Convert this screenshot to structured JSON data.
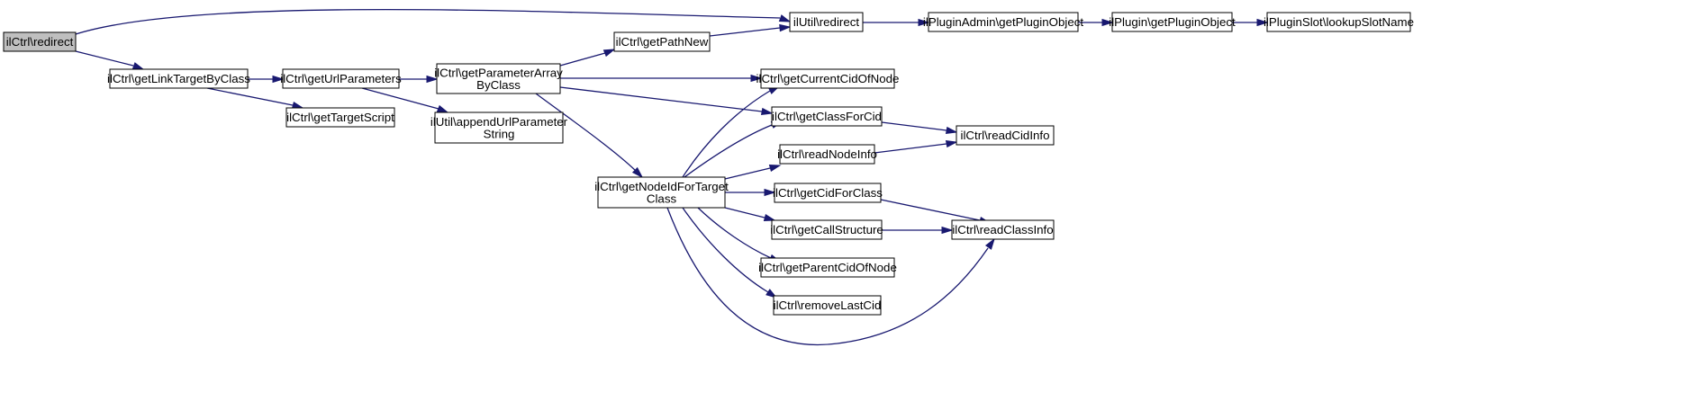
{
  "diagram": {
    "type": "call-graph",
    "nodes": [
      {
        "id": "redirect",
        "lines": [
          "ilCtrl\\redirect"
        ],
        "highlight": true
      },
      {
        "id": "getLinkTargetByClass",
        "lines": [
          "ilCtrl\\getLinkTargetByClass"
        ]
      },
      {
        "id": "getUrlParameters",
        "lines": [
          "ilCtrl\\getUrlParameters"
        ]
      },
      {
        "id": "getTargetScript",
        "lines": [
          "ilCtrl\\getTargetScript"
        ]
      },
      {
        "id": "getParameterArrayByClass",
        "lines": [
          "ilCtrl\\getParameterArray",
          "ByClass"
        ]
      },
      {
        "id": "appendUrlParameterString",
        "lines": [
          "ilUtil\\appendUrlParameter",
          "String"
        ]
      },
      {
        "id": "getPathNew",
        "lines": [
          "ilCtrl\\getPathNew"
        ]
      },
      {
        "id": "utilRedirect",
        "lines": [
          "ilUtil\\redirect"
        ]
      },
      {
        "id": "pluginAdminGetPluginObject",
        "lines": [
          "ilPluginAdmin\\getPluginObject"
        ]
      },
      {
        "id": "pluginGetPluginObject",
        "lines": [
          "ilPlugin\\getPluginObject"
        ]
      },
      {
        "id": "lookupSlotName",
        "lines": [
          "ilPluginSlot\\lookupSlotName"
        ]
      },
      {
        "id": "getCurrentCidOfNode",
        "lines": [
          "ilCtrl\\getCurrentCidOfNode"
        ]
      },
      {
        "id": "getClassForCid",
        "lines": [
          "ilCtrl\\getClassForCid"
        ]
      },
      {
        "id": "readCidInfo",
        "lines": [
          "ilCtrl\\readCidInfo"
        ]
      },
      {
        "id": "readNodeInfo",
        "lines": [
          "ilCtrl\\readNodeInfo"
        ]
      },
      {
        "id": "getNodeIdForTargetClass",
        "lines": [
          "ilCtrl\\getNodeIdForTarget",
          "Class"
        ]
      },
      {
        "id": "getCidForClass",
        "lines": [
          "ilCtrl\\getCidForClass"
        ]
      },
      {
        "id": "getCallStructure",
        "lines": [
          "ilCtrl\\getCallStructure"
        ]
      },
      {
        "id": "readClassInfo",
        "lines": [
          "ilCtrl\\readClassInfo"
        ]
      },
      {
        "id": "getParentCidOfNode",
        "lines": [
          "ilCtrl\\getParentCidOfNode"
        ]
      },
      {
        "id": "removeLastCid",
        "lines": [
          "ilCtrl\\removeLastCid"
        ]
      }
    ],
    "edges": [
      {
        "from": "redirect",
        "to": "utilRedirect"
      },
      {
        "from": "redirect",
        "to": "getLinkTargetByClass"
      },
      {
        "from": "getLinkTargetByClass",
        "to": "getUrlParameters"
      },
      {
        "from": "getLinkTargetByClass",
        "to": "getTargetScript"
      },
      {
        "from": "getUrlParameters",
        "to": "getParameterArrayByClass"
      },
      {
        "from": "getUrlParameters",
        "to": "appendUrlParameterString"
      },
      {
        "from": "getParameterArrayByClass",
        "to": "getPathNew"
      },
      {
        "from": "getPathNew",
        "to": "utilRedirect"
      },
      {
        "from": "utilRedirect",
        "to": "pluginAdminGetPluginObject"
      },
      {
        "from": "pluginAdminGetPluginObject",
        "to": "pluginGetPluginObject"
      },
      {
        "from": "pluginGetPluginObject",
        "to": "lookupSlotName"
      },
      {
        "from": "getParameterArrayByClass",
        "to": "getCurrentCidOfNode"
      },
      {
        "from": "getParameterArrayByClass",
        "to": "getClassForCid"
      },
      {
        "from": "getParameterArrayByClass",
        "to": "getNodeIdForTargetClass"
      },
      {
        "from": "getClassForCid",
        "to": "readCidInfo"
      },
      {
        "from": "readNodeInfo",
        "to": "readCidInfo"
      },
      {
        "from": "getNodeIdForTargetClass",
        "to": "getCurrentCidOfNode"
      },
      {
        "from": "getNodeIdForTargetClass",
        "to": "getClassForCid"
      },
      {
        "from": "getNodeIdForTargetClass",
        "to": "readNodeInfo"
      },
      {
        "from": "getNodeIdForTargetClass",
        "to": "getCidForClass"
      },
      {
        "from": "getNodeIdForTargetClass",
        "to": "getCallStructure"
      },
      {
        "from": "getNodeIdForTargetClass",
        "to": "getParentCidOfNode"
      },
      {
        "from": "getNodeIdForTargetClass",
        "to": "removeLastCid"
      },
      {
        "from": "getNodeIdForTargetClass",
        "to": "readClassInfo"
      },
      {
        "from": "getCidForClass",
        "to": "readClassInfo"
      },
      {
        "from": "getCallStructure",
        "to": "readClassInfo"
      }
    ],
    "colors": {
      "edge": "#191970",
      "node_border": "#000000",
      "node_fill": "#ffffff",
      "highlight_fill": "#bfbfbf"
    }
  }
}
